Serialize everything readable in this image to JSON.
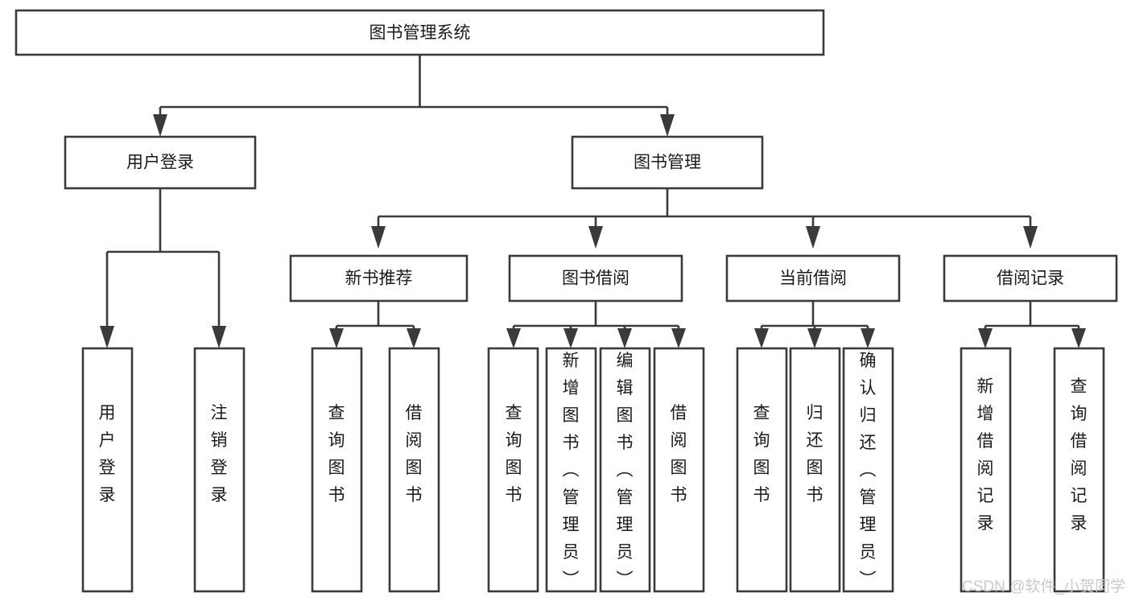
{
  "diagram": {
    "type": "hierarchy-tree",
    "title": "图书管理系统",
    "orientation": "top-down",
    "colors": {
      "background": "#ffffff",
      "box_fill": "#ffffff",
      "box_stroke": "#3a3a3a",
      "text": "#1a1a1a",
      "watermark": "#c9c9c9"
    },
    "root": {
      "label": "图书管理系统"
    },
    "level2": [
      {
        "id": "user-login",
        "label": "用户登录"
      },
      {
        "id": "book-management",
        "label": "图书管理"
      }
    ],
    "level3": [
      {
        "id": "new-book-recommend",
        "label": "新书推荐",
        "parent": "book-management"
      },
      {
        "id": "book-borrow",
        "label": "图书借阅",
        "parent": "book-management"
      },
      {
        "id": "current-borrow",
        "label": "当前借阅",
        "parent": "book-management"
      },
      {
        "id": "borrow-record",
        "label": "借阅记录",
        "parent": "book-management"
      }
    ],
    "leaves": [
      {
        "id": "leaf-user-login",
        "label": "用户登录",
        "parent": "user-login"
      },
      {
        "id": "leaf-logout-login",
        "label": "注销登录",
        "parent": "user-login"
      },
      {
        "id": "leaf-query-book-1",
        "label": "查询图书",
        "parent": "new-book-recommend"
      },
      {
        "id": "leaf-borrow-book-1",
        "label": "借阅图书",
        "parent": "new-book-recommend"
      },
      {
        "id": "leaf-query-book-2",
        "label": "查询图书",
        "parent": "book-borrow"
      },
      {
        "id": "leaf-add-book",
        "label": "新增图书（管理员）",
        "parent": "book-borrow"
      },
      {
        "id": "leaf-edit-book",
        "label": "编辑图书（管理员）",
        "parent": "book-borrow"
      },
      {
        "id": "leaf-borrow-book-2",
        "label": "借阅图书",
        "parent": "book-borrow"
      },
      {
        "id": "leaf-query-book-3",
        "label": "查询图书",
        "parent": "current-borrow"
      },
      {
        "id": "leaf-return-book",
        "label": "归还图书",
        "parent": "current-borrow"
      },
      {
        "id": "leaf-confirm-return",
        "label": "确认归还（管理员）",
        "parent": "current-borrow"
      },
      {
        "id": "leaf-add-record",
        "label": "新增借阅记录",
        "parent": "borrow-record"
      },
      {
        "id": "leaf-query-record",
        "label": "查询借阅记录",
        "parent": "borrow-record"
      }
    ]
  },
  "watermark": {
    "text": "CSDN @软件_小贺同学"
  }
}
